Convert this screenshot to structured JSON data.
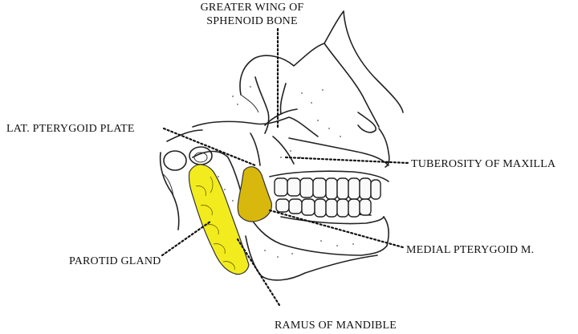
{
  "labels": {
    "greater_wing_line1": "GREATER WING OF",
    "greater_wing_line2": "SPHENOID BONE",
    "lat_pterygoid_plate": "LAT. PTERYGOID  PLATE",
    "tuberosity_of_maxilla": "TUBEROSITY OF MAXILLA",
    "medial_pterygoid": "MEDIAL PTERYGOID M.",
    "parotid_gland": "PAROTID GLAND",
    "ramus_of_mandible": "RAMUS OF MANDIBLE"
  },
  "colors": {
    "parotid_fill": "#f2ec1e",
    "pterygoid_fill": "#d8b80c",
    "ink": "#222222"
  }
}
